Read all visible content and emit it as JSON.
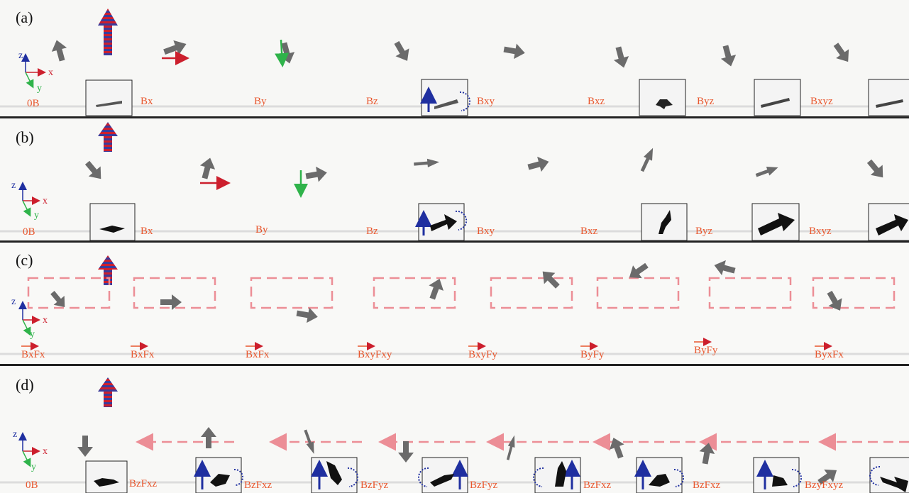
{
  "colors": {
    "label_orange": "#e8572e",
    "arrow_gray": "#6b6b6b",
    "arrow_red": "#cc1f2d",
    "arrow_green": "#2fb34a",
    "arrow_blue": "#1f2fa0",
    "dash_pink": "#ec8e96",
    "divider": "#222222",
    "frame_bg": "#f7f7f5"
  },
  "axes": {
    "z": "z",
    "x": "x",
    "y": "y"
  },
  "panels": [
    {
      "id": "a",
      "label": "(a)",
      "fields": [
        "0B",
        "Bx",
        "By",
        "Bz",
        "Bxy",
        "Bxz",
        "Byz",
        "Bxyz"
      ]
    },
    {
      "id": "b",
      "label": "(b)",
      "fields": [
        "0B",
        "Bx",
        "By",
        "Bz",
        "Bxy",
        "Bxz",
        "Byz",
        "Bxyz"
      ]
    },
    {
      "id": "c",
      "label": "(c)",
      "fields": [
        "BxFx",
        "BxFx",
        "BxFx",
        "BxyFxy",
        "BxyFy",
        "ByFy",
        "ByFy",
        "ByxFx"
      ]
    },
    {
      "id": "d",
      "label": "(d)",
      "fields": [
        "0B",
        "BzFxz",
        "BzFxz",
        "BzFyz",
        "BzFyz",
        "BzFxz",
        "BzFxz",
        "BzyFxyz"
      ]
    }
  ],
  "icons": [
    "magnet-polarity-icon",
    "robot-arrow-icon",
    "force-arrow-icon",
    "dashed-path-icon",
    "axis-triad-icon"
  ]
}
